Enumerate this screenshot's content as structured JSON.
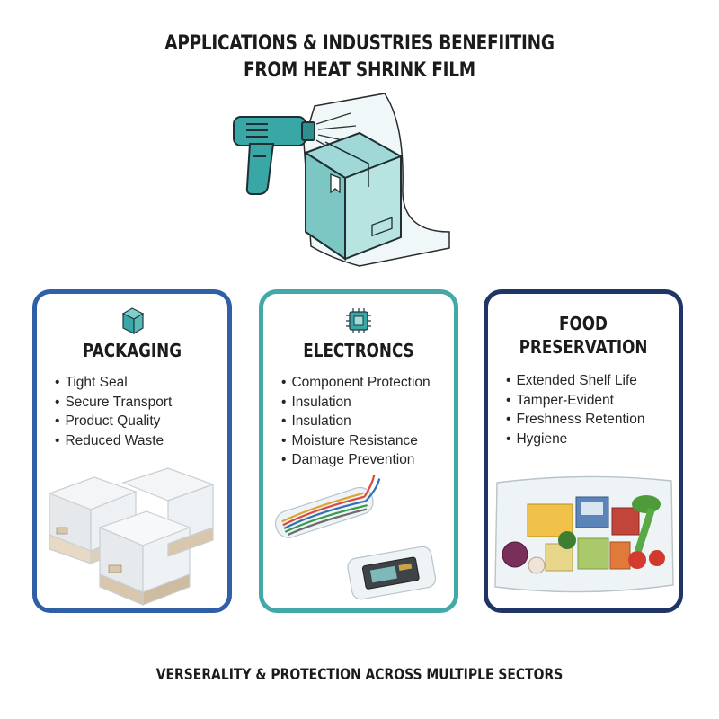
{
  "title": {
    "line1": "APPLICATIONS & INDUSTRIES BENEFIITING",
    "line2": "FROM HEAT SHRINK FILM"
  },
  "hero": {
    "icons": [
      "heat-gun-icon",
      "box-icon",
      "shrink-film-icon"
    ]
  },
  "colors": {
    "packaging": "#2f5fa7",
    "electronics": "#43a8a8",
    "food": "#1f3566",
    "accent": "#3aa7a7"
  },
  "cards": {
    "packaging": {
      "icon": "box-icon",
      "title": "PACKAGING",
      "items": [
        "Tight Seal",
        "Secure Transport",
        "Product Quality",
        "Reduced Waste"
      ]
    },
    "electronics": {
      "icon": "chip-icon",
      "title": "ELECTRONCS",
      "items": [
        "Component Protection",
        "Insulation",
        "Insulation",
        "Moisture Resistance",
        "Damage Prevention"
      ]
    },
    "food": {
      "icon": "",
      "title_line1": "FOOD",
      "title_line2": "PRESERVATION",
      "items": [
        "Extended Shelf Life",
        "Tamper-Evident",
        "Freshness Retention",
        "Hygiene"
      ]
    }
  },
  "footer": "VERSERALITY & PROTECTION ACROSS MULTIPLE SECTORS"
}
